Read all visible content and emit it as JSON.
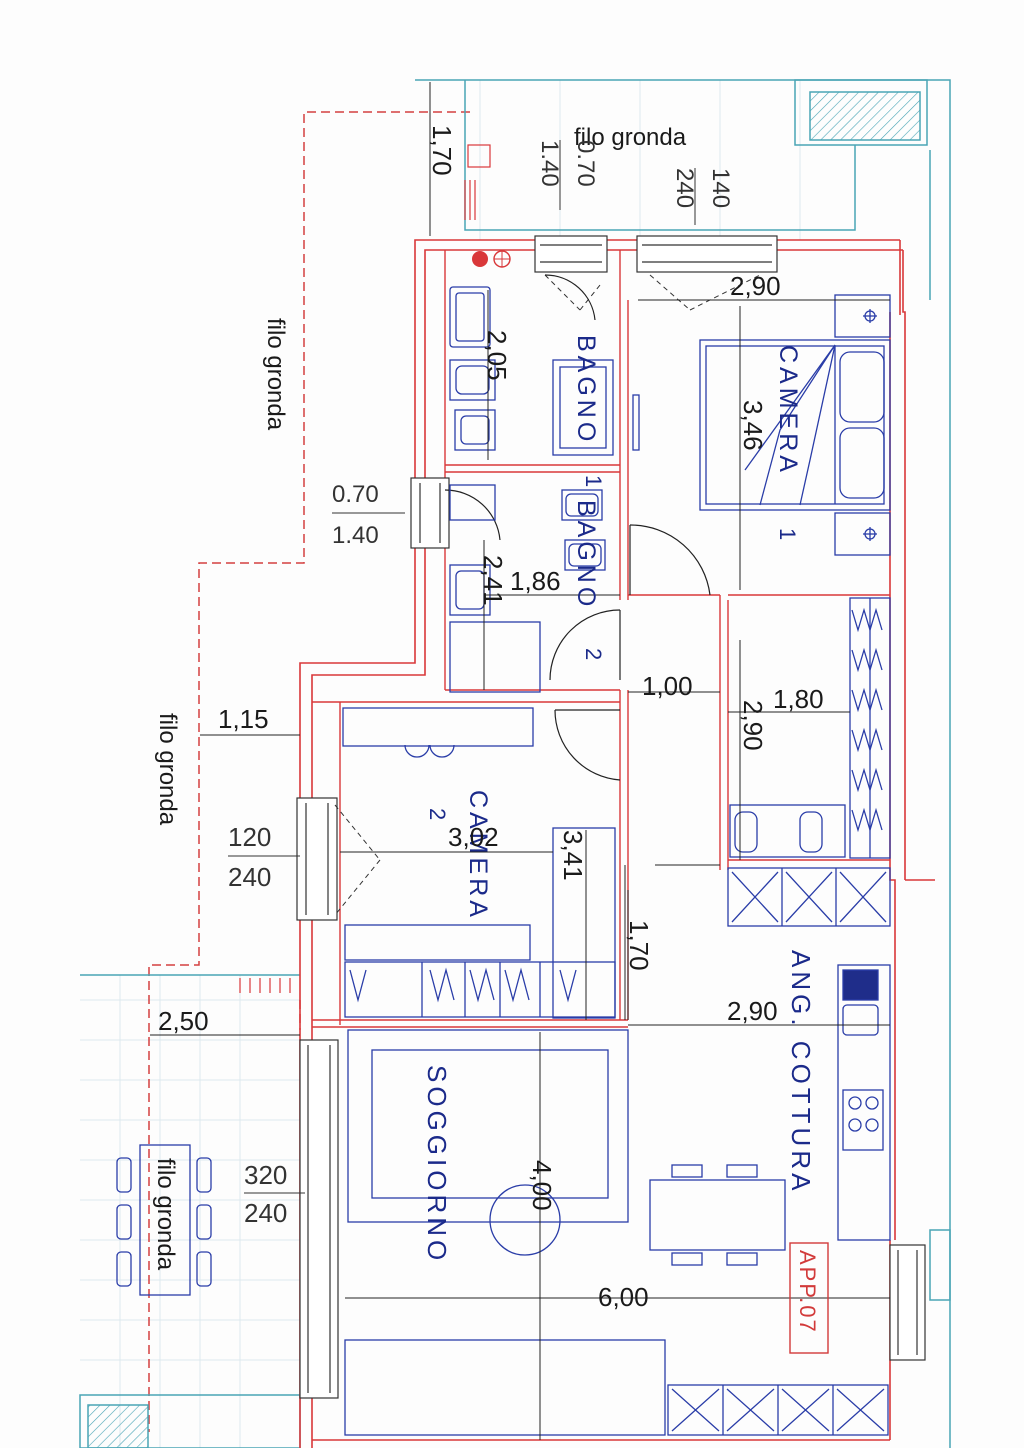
{
  "colors": {
    "wall": "#d9383a",
    "furniture": "#2a3da8",
    "terrace": "#4aa5b5",
    "eaves": "#d44040",
    "dim": "#222222",
    "grid": "#cfe1e8",
    "tag": "#d23a3a"
  },
  "rooms": {
    "bagno1": "BAGNO",
    "bagno1_num": "1",
    "bagno2": "BAGNO",
    "bagno2_num": "2",
    "camera1": "CAMERA",
    "camera1_num": "1",
    "camera2": "CAMERA",
    "camera2_num": "2",
    "cottura": "ANG. COTTURA",
    "soggiorno": "SOGGIORNO"
  },
  "eaves_labels": {
    "top": "filo gronda",
    "left_upper": "filo gronda",
    "left_middle": "filo gronda",
    "terrace": "filo gronda"
  },
  "dimensions": {
    "top_170": "1,70",
    "camera1_width": "2,90",
    "bagno1_depth": "2,05",
    "camera1_depth": "3,46",
    "bagno2_width": "1,86",
    "bagno2_depth": "2,41",
    "corridor": "1,00",
    "closet_width": "1,80",
    "closet_depth": "2,90",
    "left_115": "1,15",
    "camera2_width": "3,02",
    "camera2_depth": "3,41",
    "kitchen_170": "1,70",
    "kitchen_290": "2,90",
    "terrace_250": "2,50",
    "soggiorno_depth": "4,00",
    "soggiorno_width": "6,00"
  },
  "windows": {
    "w1_top": "0.70",
    "w1_bottom": "1.40",
    "w2_top": "140",
    "w2_bottom": "240",
    "w3_top": "0.70",
    "w3_bottom": "1.40",
    "w4_top": "120",
    "w4_bottom": "240",
    "w5_top": "320",
    "w5_bottom": "240"
  },
  "unit_tag": "APP.07"
}
